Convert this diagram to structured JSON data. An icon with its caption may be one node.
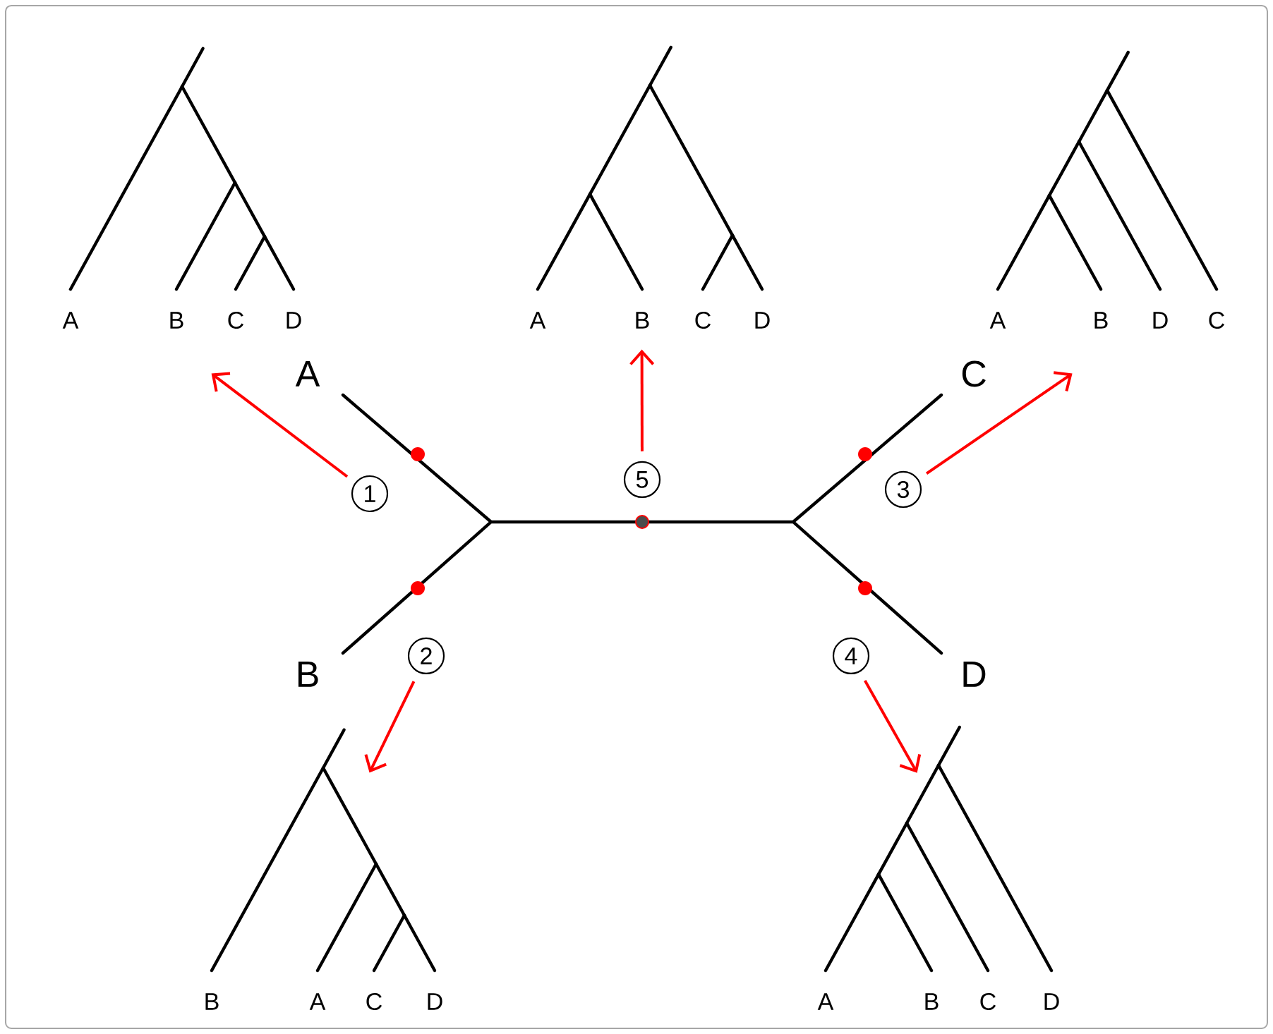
{
  "diagram": {
    "nodes": [
      {
        "text": [
          "A",
          "B",
          "C",
          "D"
        ]
      },
      {
        "text": [
          "A",
          "B",
          "C",
          "D"
        ]
      },
      {
        "text": [
          "A",
          "B",
          "D",
          "C"
        ]
      },
      {
        "text": [
          "1"
        ]
      },
      {
        "text": [
          "5"
        ]
      },
      {
        "text": [
          "3"
        ]
      },
      {
        "text": [
          "2"
        ]
      },
      {
        "text": [
          "4"
        ]
      },
      {
        "text": [
          "B",
          "A",
          "C",
          "D"
        ]
      },
      {
        "text": [
          "A",
          "B",
          "C",
          "D"
        ]
      }
    ],
    "edges": [
      {
        "from": 3,
        "to": 0,
        "arrow": "to"
      },
      {
        "from": 4,
        "to": 1,
        "arrow": "to"
      },
      {
        "from": 5,
        "to": 2,
        "arrow": "to"
      },
      {
        "from": 6,
        "to": 8,
        "arrow": "to"
      },
      {
        "from": 7,
        "to": 9,
        "arrow": "to"
      }
    ],
    "labels": [
      "A",
      "C",
      "B",
      "D"
    ]
  }
}
